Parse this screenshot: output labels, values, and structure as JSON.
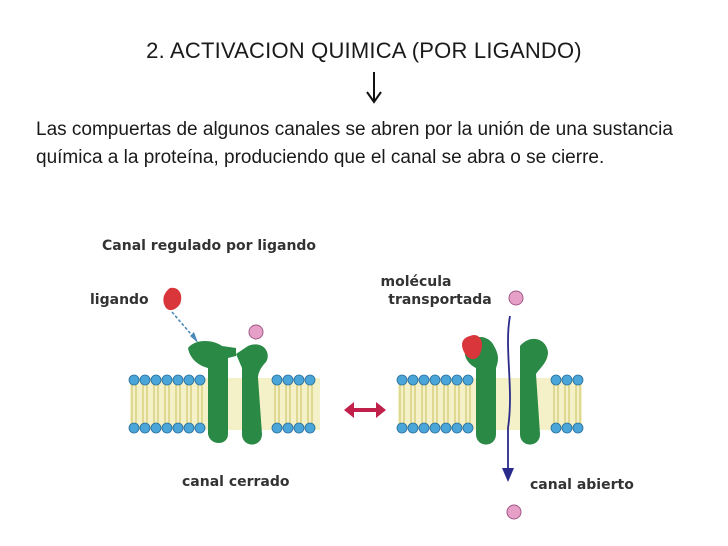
{
  "slide": {
    "title": "2. ACTIVACION QUIMICA (POR LIGANDO)",
    "body": "Las compuertas de algunos canales se abren por la unión de una sustancia química a la proteína, produciendo que el canal se abra o se cierre."
  },
  "diagram": {
    "caption": "Canal regulado por ligando",
    "ligand_label": "ligando",
    "molecule_label_1": "molécula",
    "molecule_label_2": "transportada",
    "closed_label": "canal cerrado",
    "open_label": "canal abierto"
  },
  "colors": {
    "protein": "#2a8a45",
    "ligand": "#d8363a",
    "molecule": "#e6a0c8",
    "lipid_head": "#4aa6d8",
    "lipid_tail": "#d8d060",
    "exchange_arrow": "#c0204a",
    "flow_arrow": "#2a2a8a"
  },
  "icons": {
    "down_arrow": "down-arrow-icon",
    "exchange": "double-arrow-icon"
  }
}
